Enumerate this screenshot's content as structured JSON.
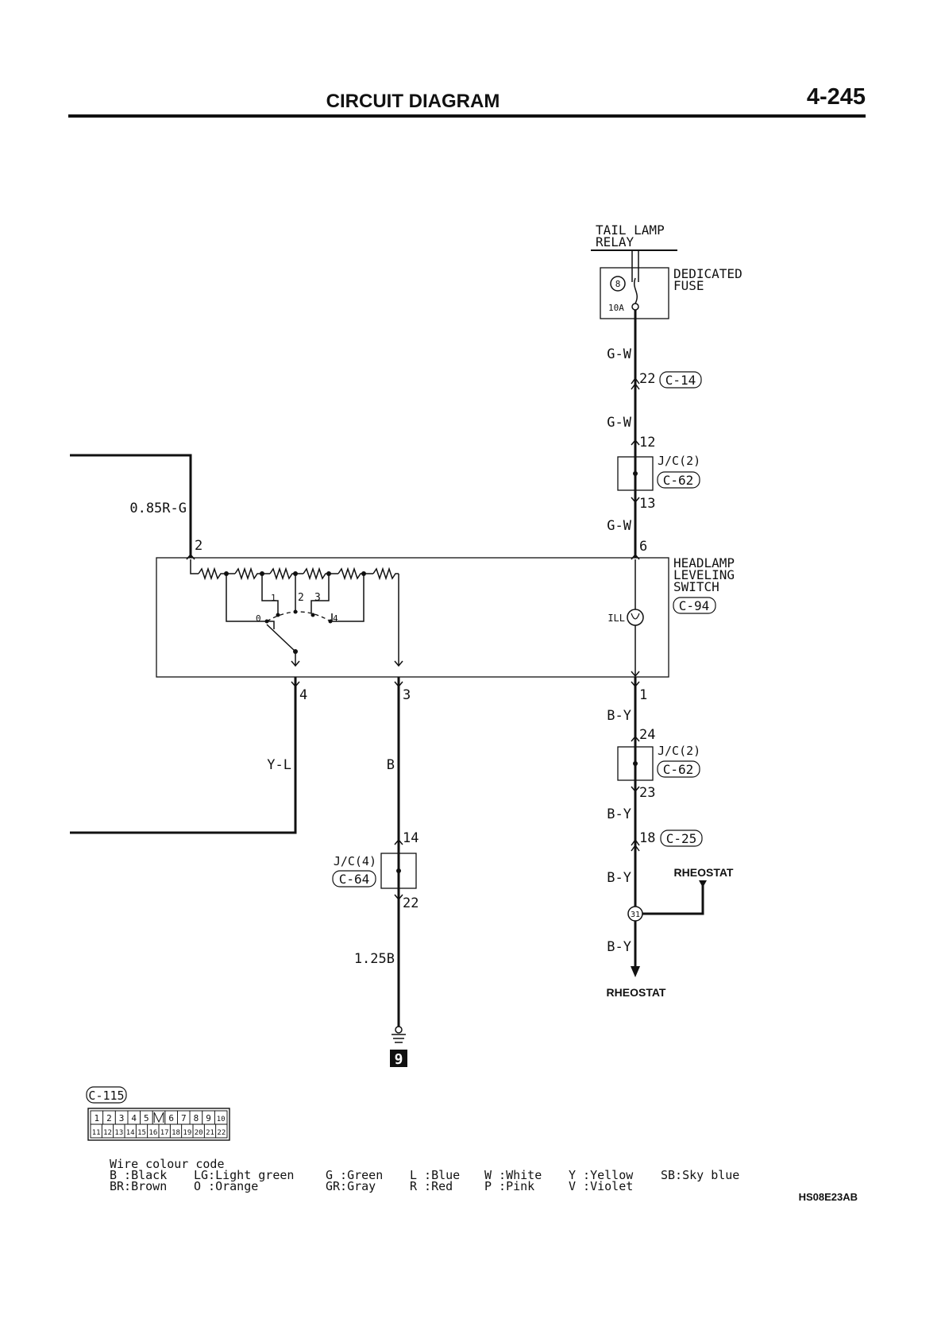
{
  "header": {
    "title": "CIRCUIT DIAGRAM",
    "page_number": "4-245"
  },
  "tail_lamp_relay": {
    "line1": "TAIL LAMP",
    "line2": "RELAY"
  },
  "dedicated_fuse": {
    "line1": "DEDICATED",
    "line2": "FUSE",
    "number": "8",
    "rating": "10A"
  },
  "wires": {
    "gw_1": "G-W",
    "gw_2": "G-W",
    "gw_3": "G-W",
    "r_g": "0.85R-G",
    "y_l": "Y-L",
    "b": "B",
    "b_125": "1.25B",
    "by_1": "B-Y",
    "by_2": "B-Y",
    "by_3": "B-Y",
    "by_4": "B-Y"
  },
  "connectors": {
    "c14": "C-14",
    "c62_top": "C-62",
    "c94": "C-94",
    "c62_bottom": "C-62",
    "c25": "C-25",
    "c64": "C-64",
    "c115": "C-115"
  },
  "pins": {
    "p22_c14": "22",
    "p12": "12",
    "p13": "13",
    "p6": "6",
    "p2": "2",
    "p4": "4",
    "p3": "3",
    "p1": "1",
    "p24": "24",
    "p23": "23",
    "p18": "18",
    "p14": "14",
    "p22_jc4": "22"
  },
  "junctions": {
    "jc2_top": "J/C(2)",
    "jc2_bottom": "J/C(2)",
    "jc4": "J/C(4)"
  },
  "headlamp_switch": {
    "line1": "HEADLAMP",
    "line2": "LEVELING",
    "line3": "SWITCH",
    "ill": "ILL",
    "positions": [
      "0",
      "1",
      "2",
      "3",
      "4"
    ]
  },
  "rheostat": {
    "label_right": "RHEOSTAT",
    "label_bottom": "RHEOSTAT",
    "splice": "31"
  },
  "ground": {
    "number": "9"
  },
  "connector_c115": {
    "row1": [
      "1",
      "2",
      "3",
      "4",
      "5",
      "",
      "6",
      "7",
      "8",
      "9",
      "10"
    ],
    "row2": [
      "11",
      "12",
      "13",
      "14",
      "15",
      "16",
      "17",
      "18",
      "19",
      "20",
      "21",
      "22"
    ]
  },
  "legend": {
    "title": "Wire colour code",
    "row1": [
      "B :Black",
      "LG:Light green",
      "G :Green",
      "L :Blue",
      "W :White",
      "Y :Yellow",
      "SB:Sky blue"
    ],
    "row2": [
      "BR:Brown",
      "O :Orange",
      "GR:Gray",
      "R :Red",
      "P :Pink",
      "V :Violet"
    ]
  },
  "figure_code": "HS08E23AB"
}
